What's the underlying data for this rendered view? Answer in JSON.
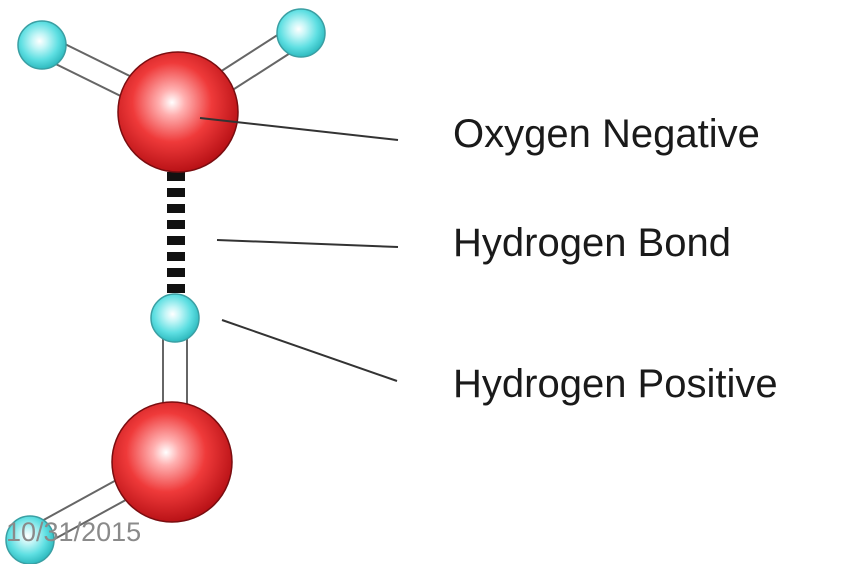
{
  "labels": {
    "oxygen_negative": "Oxygen Negative",
    "hydrogen_bond": "Hydrogen Bond",
    "hydrogen_positive": "Hydrogen Positive"
  },
  "footer": {
    "date": "10/31/2015"
  },
  "colors": {
    "oxygen": "#e8302f",
    "hydrogen": "#57dde0",
    "bond_stick": "#ffffff",
    "hydrogen_bond": "#111111",
    "leader_line": "#333333"
  }
}
